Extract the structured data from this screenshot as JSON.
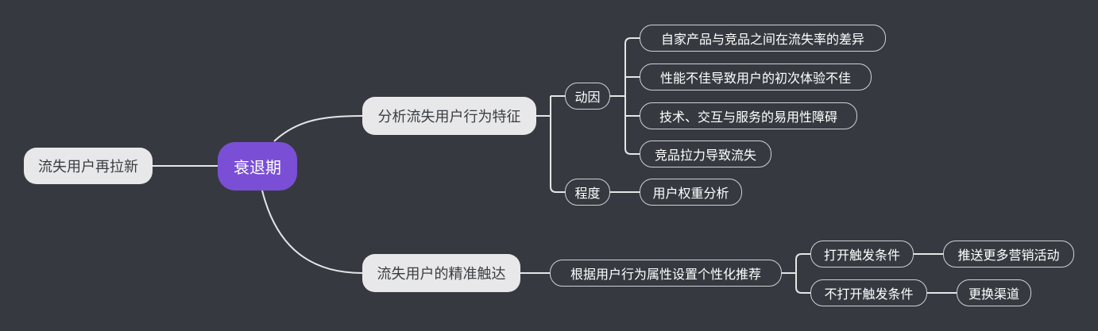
{
  "root": {
    "label": "衰退期"
  },
  "left": {
    "label": "流失用户再拉新"
  },
  "branch_analysis": {
    "label": "分析流失用户行为特征",
    "motive": {
      "label": "动因",
      "items": [
        "自家产品与竞品之间在流失率的差异",
        "性能不佳导致用户的初次体验不佳",
        "技术、交互与服务的易用性障碍",
        "竞品拉力导致流失"
      ]
    },
    "degree": {
      "label": "程度",
      "items": [
        "用户权重分析"
      ]
    }
  },
  "branch_reach": {
    "label": "流失用户的精准触达",
    "recommend": {
      "label": "根据用户行为属性设置个性化推荐",
      "open": {
        "label": "打开触发条件",
        "action": "推送更多营销活动"
      },
      "not_open": {
        "label": "不打开触发条件",
        "action": "更换渠道"
      }
    }
  },
  "colors": {
    "background": "#363a40",
    "root_fill": "#7a4fd6",
    "primary_fill": "#e8e8ea",
    "line": "#e6e6e6"
  }
}
